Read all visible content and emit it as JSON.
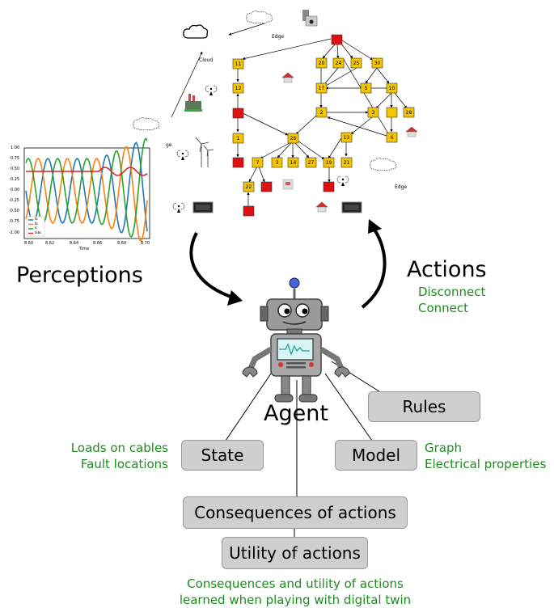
{
  "plot": {
    "yticks": [
      "1.00",
      "0.75",
      "0.50",
      "0.25",
      "0.00",
      "-0.25",
      "-0.50",
      "-0.75",
      "-1.00"
    ],
    "xticks": [
      "8.60",
      "8.62",
      "8.64",
      "8.66",
      "8.68",
      "8.70"
    ],
    "xlabel": "Time",
    "legend": [
      "Ia",
      "Ib",
      "Ic",
      "Iabc"
    ]
  },
  "grid": {
    "cloud_label": "Cloud",
    "edge_label_top": "Edge",
    "edge_label_right": "Edge",
    "edge_label_left": "ge",
    "nodes": [
      "11",
      "12",
      "1",
      "20",
      "24",
      "25",
      "30",
      "17",
      "5",
      "10",
      "2",
      "3",
      "28",
      "13",
      "6",
      "26",
      "7",
      "3",
      "14",
      "27",
      "19",
      "21",
      "22"
    ]
  },
  "labels": {
    "perceptions": "Perceptions",
    "actions": "Actions",
    "agent": "Agent"
  },
  "actions_list": [
    "Disconnect",
    "Connect"
  ],
  "state_notes": [
    "Loads on cables",
    "Fault locations"
  ],
  "model_notes": [
    "Graph",
    "Electrical properties"
  ],
  "boxes": {
    "rules": "Rules",
    "state": "State",
    "model": "Model",
    "consequences": "Consequences of actions",
    "utility": "Utility of actions"
  },
  "footer": [
    "Consequences and utility of actions",
    "learned when playing with digital twin"
  ],
  "colors": {
    "node_fill": "#f5c400",
    "fault_node": "#dd1111",
    "green_text": "#1e8c1e",
    "box_fill": "#cfcfcf"
  }
}
